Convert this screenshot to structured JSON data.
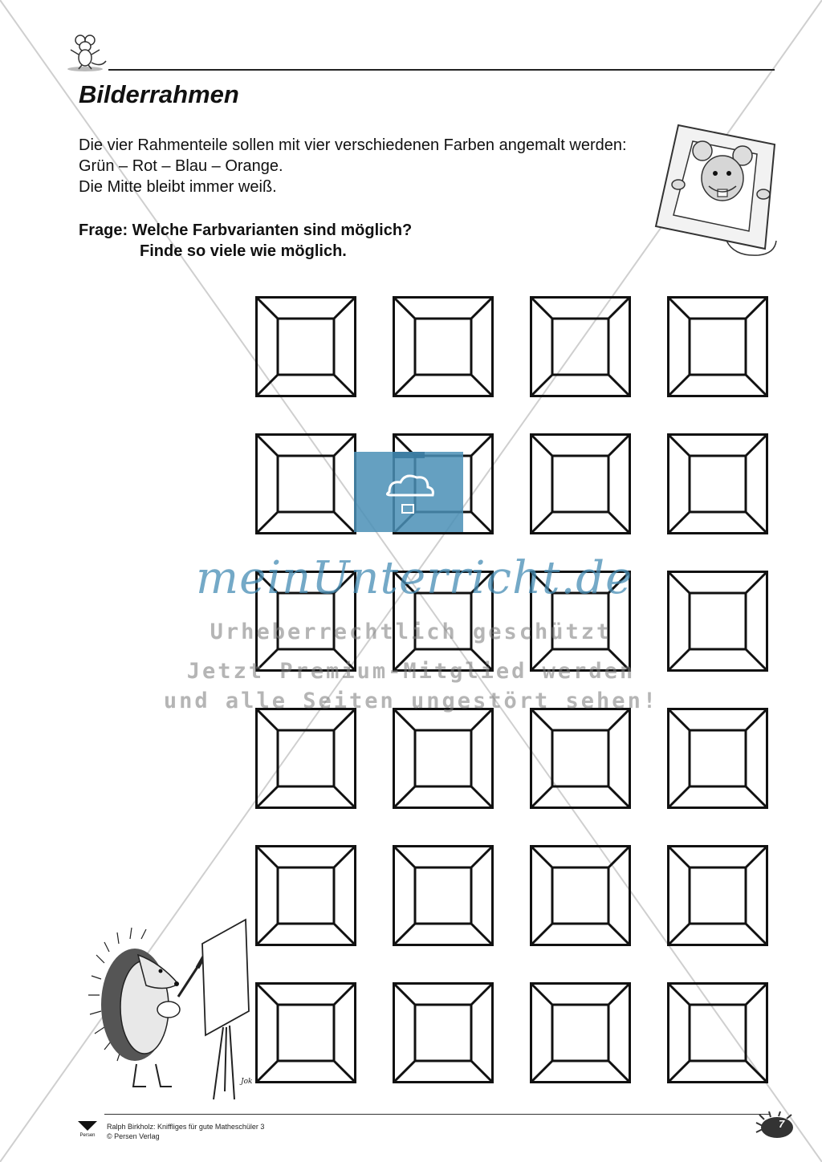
{
  "worksheet": {
    "title": "Bilderrahmen",
    "instructions": [
      "Die vier Rahmenteile sollen mit vier verschiedenen Farben angemalt werden:",
      "Grün – Rot – Blau – Orange.",
      "Die Mitte bleibt immer weiß."
    ],
    "question": {
      "line1": "Frage: Welche Farbvarianten sind möglich?",
      "line2": "Finde so viele wie möglich."
    },
    "frame_grid": {
      "rows": 6,
      "columns": 4
    }
  },
  "watermark": {
    "brand": "meinUnterricht.de",
    "line1": "Urheberrechtlich geschützt",
    "line2": "Jetzt Premium-Mitglied werden",
    "line3": "und alle Seiten ungestört sehen!",
    "brand_color": "#4a90b8"
  },
  "illustrations": {
    "top_left": "mouse-icon",
    "top_right": "mouse-with-frame-icon",
    "bottom_left": "hedgehog-painter-icon",
    "painter_signature": "Jok"
  },
  "footer": {
    "line1": "Ralph Birkholz: Kniffliges für gute Matheschüler 3",
    "line2": "© Persen Verlag",
    "publisher": "Persen",
    "page_number": "7"
  }
}
